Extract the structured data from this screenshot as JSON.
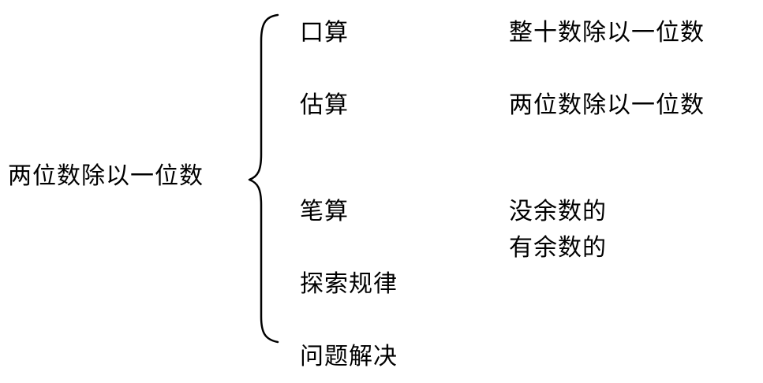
{
  "root": "两位数除以一位数",
  "branches": [
    {
      "label": "口算",
      "details": [
        "整十数除以一位数"
      ]
    },
    {
      "label": "估算",
      "details": [
        "两位数除以一位数"
      ]
    },
    {
      "label": "笔算",
      "details": [
        "没余数的",
        "有余数的"
      ]
    },
    {
      "label": "探索规律",
      "details": []
    },
    {
      "label": "问题解决",
      "details": []
    }
  ]
}
